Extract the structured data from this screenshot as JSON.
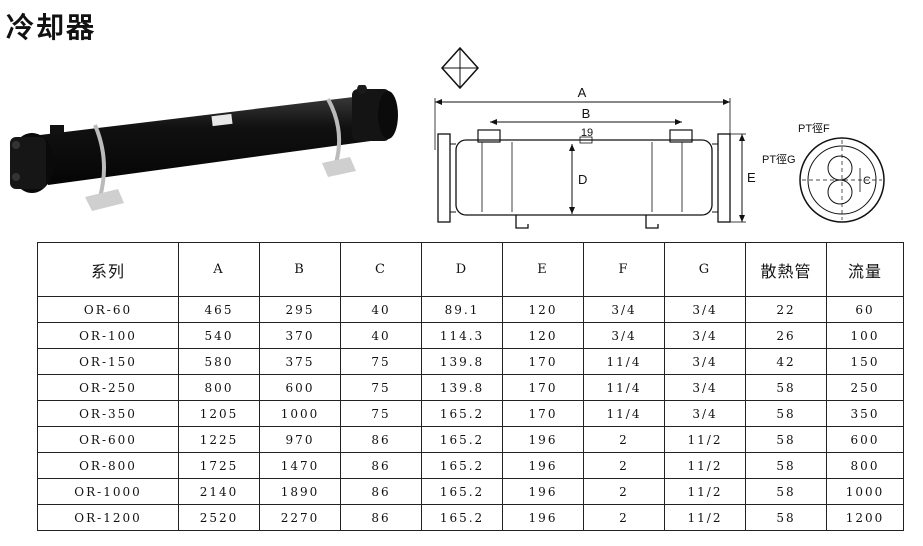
{
  "title": "冷却器",
  "drawing": {
    "label_a": "A",
    "label_b": "B",
    "label_19": "19",
    "label_d": "D",
    "label_e": "E",
    "label_ptf": "PT徑F",
    "label_ptg": "PT徑G"
  },
  "table": {
    "headers": [
      "系列",
      "A",
      "B",
      "C",
      "D",
      "E",
      "F",
      "G",
      "散熱管",
      "流量"
    ],
    "rows": [
      [
        "OR-60",
        "465",
        "295",
        "40",
        "89.1",
        "120",
        "3/4",
        "3/4",
        "22",
        "60"
      ],
      [
        "OR-100",
        "540",
        "370",
        "40",
        "114.3",
        "120",
        "3/4",
        "3/4",
        "26",
        "100"
      ],
      [
        "OR-150",
        "580",
        "375",
        "75",
        "139.8",
        "170",
        "11/4",
        "3/4",
        "42",
        "150"
      ],
      [
        "OR-250",
        "800",
        "600",
        "75",
        "139.8",
        "170",
        "11/4",
        "3/4",
        "58",
        "250"
      ],
      [
        "OR-350",
        "1205",
        "1000",
        "75",
        "165.2",
        "170",
        "11/4",
        "3/4",
        "58",
        "350"
      ],
      [
        "OR-600",
        "1225",
        "970",
        "86",
        "165.2",
        "196",
        "2",
        "11/2",
        "58",
        "600"
      ],
      [
        "OR-800",
        "1725",
        "1470",
        "86",
        "165.2",
        "196",
        "2",
        "11/2",
        "58",
        "800"
      ],
      [
        "OR-1000",
        "2140",
        "1890",
        "86",
        "165.2",
        "196",
        "2",
        "11/2",
        "58",
        "1000"
      ],
      [
        "OR-1200",
        "2520",
        "2270",
        "86",
        "165.2",
        "196",
        "2",
        "11/2",
        "58",
        "1200"
      ]
    ]
  }
}
